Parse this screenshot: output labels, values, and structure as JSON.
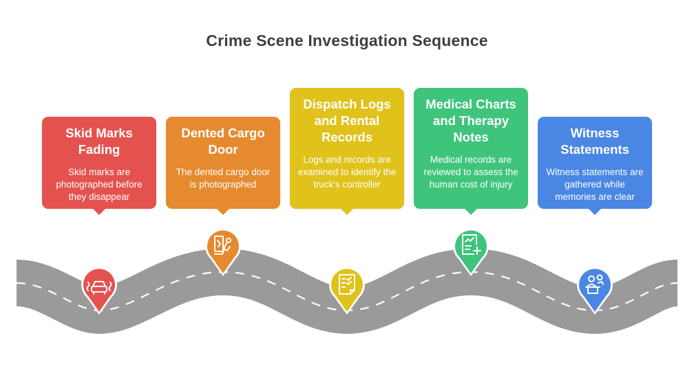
{
  "title": "Crime Scene Investigation Sequence",
  "steps": [
    {
      "heading": "Skid Marks Fading",
      "text": "Skid marks are photographed before they disappear",
      "color": "#e4524f",
      "icon": "car-skid-icon"
    },
    {
      "heading": "Dented Cargo Door",
      "text": "The dented cargo door is photographed",
      "color": "#e58a2e",
      "icon": "camera-photograph-icon"
    },
    {
      "heading": "Dispatch Logs and Rental Records",
      "text": "Logs and records are examined to identify the truck's controller",
      "color": "#e0c21a",
      "icon": "checklist-document-icon"
    },
    {
      "heading": "Medical Charts and Therapy Notes",
      "text": "Medical records are reviewed to assess the human cost of injury",
      "color": "#3fc47c",
      "icon": "medical-record-icon"
    },
    {
      "heading": "Witness Statements",
      "text": "Witness statements are gathered while memories are clear",
      "color": "#4a86e3",
      "icon": "witness-people-icon"
    }
  ]
}
